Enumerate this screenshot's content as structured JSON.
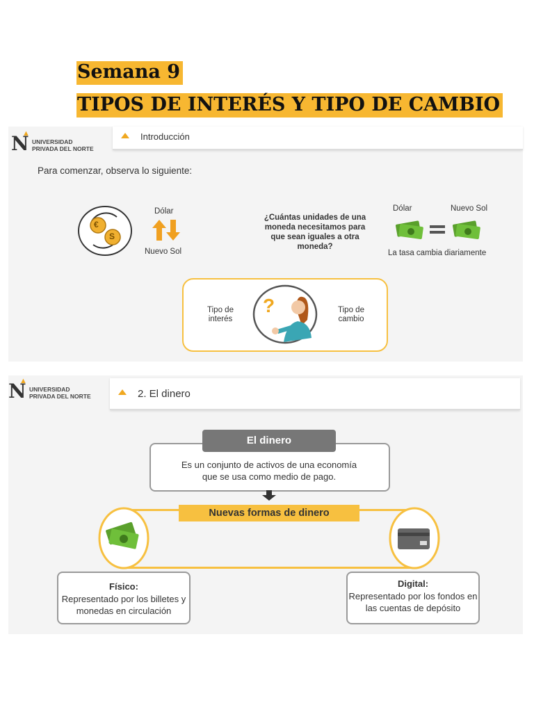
{
  "header": {
    "week": "Semana 9",
    "title": "TIPOS DE INTERÉS Y TIPO DE CAMBIO"
  },
  "logo": {
    "letter": "N",
    "line1": "UNIVERSIDAD",
    "line2": "PRIVADA DEL NORTE"
  },
  "slide1": {
    "bar_label": "Introducción",
    "intro": "Para comenzar, observa lo siguiente:",
    "dolar_top": "Dólar",
    "nuevo_sol_bottom": "Nuevo Sol",
    "question": "¿Cuántas unidades de una moneda necesitamos para que sean iguales a otra moneda?",
    "dolar_right": "Dólar",
    "nuevo_sol_right": "Nuevo Sol",
    "rate_note": "La tasa cambia diariamente",
    "tipo_interes": "Tipo de interés",
    "tipo_cambio": "Tipo de cambio",
    "question_mark": "?",
    "coin_euro": "€",
    "coin_dollar": "S"
  },
  "slide2": {
    "bar_label": "2. El dinero",
    "dinero_title": "El dinero",
    "dinero_def": "Es un conjunto de activos de una economía que se usa como medio de pago.",
    "nuevas": "Nuevas formas de dinero",
    "fisico_title": "Físico:",
    "fisico_desc": "Representado por los billetes y monedas en circulación",
    "digital_title": "Digital:",
    "digital_desc": "Representado por los fondos en las cuentas de depósito"
  },
  "colors": {
    "highlight": "#f7b731",
    "accent": "#f0a820",
    "money_green": "#5aa02c",
    "slide_bg": "#f4f4f4"
  }
}
